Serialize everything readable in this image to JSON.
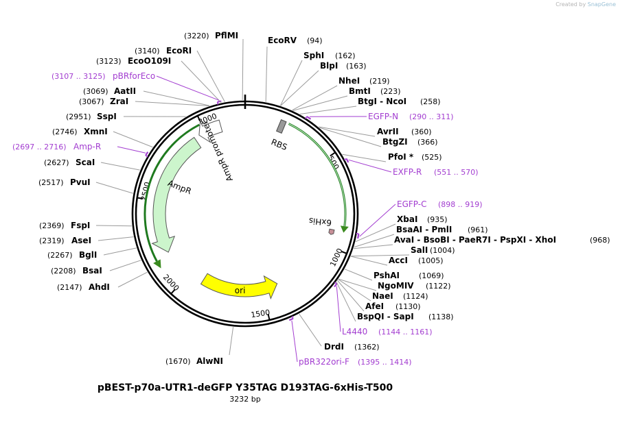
{
  "credit": {
    "prefix": "Created by",
    "brand": "SnapGene"
  },
  "title": "pBEST-p70a-UTR1-deGFP Y35TAG D193TAG-6xHis-T500",
  "size_label": "3232 bp",
  "length": 3232,
  "ticks": [
    {
      "pos": 500,
      "label": "500"
    },
    {
      "pos": 1000,
      "label": "1000"
    },
    {
      "pos": 1500,
      "label": "1500"
    },
    {
      "pos": 2000,
      "label": "2000"
    },
    {
      "pos": 2500,
      "label": "2500"
    },
    {
      "pos": 3000,
      "label": "3000"
    }
  ],
  "features": [
    {
      "name": "RBS",
      "label": "RBS",
      "start": 198,
      "end": 206,
      "color": "#888888"
    },
    {
      "name": "deGFP",
      "label": "",
      "start": 231,
      "end": 906,
      "color": "#ccf5cc"
    },
    {
      "name": "6xHis",
      "label": "6xHis",
      "start": 907,
      "end": 924,
      "color": "#c89098"
    },
    {
      "name": "ori",
      "label": "ori",
      "start": 1369,
      "end": 1957,
      "color": "#ffff00"
    },
    {
      "name": "AmpR",
      "label": "AmpR",
      "start": 2128,
      "end": 2988,
      "color": "#ccf5cc"
    },
    {
      "name": "AmpR promoter",
      "label": "AmpR promoter",
      "start": 2988,
      "end": 3093,
      "color": "#ffffff"
    }
  ],
  "enzymes": [
    {
      "pos": 94,
      "name": "EcoRV",
      "pos_label": "(94)"
    },
    {
      "pos": 162,
      "name": "SphI",
      "pos_label": "(162)"
    },
    {
      "pos": 163,
      "name": "BlpI",
      "pos_label": "(163)"
    },
    {
      "pos": 219,
      "name": "NheI",
      "pos_label": "(219)"
    },
    {
      "pos": 223,
      "name": "BmtI",
      "pos_label": "(223)"
    },
    {
      "pos": 258,
      "name": "BtgI - NcoI",
      "pos_label": "(258)"
    },
    {
      "pos": 360,
      "name": "AvrII",
      "pos_label": "(360)"
    },
    {
      "pos": 366,
      "name": "BtgZI",
      "pos_label": "(366)"
    },
    {
      "pos": 525,
      "name": "PfoI *",
      "pos_label": "(525)"
    },
    {
      "pos": 935,
      "name": "XbaI",
      "pos_label": "(935)"
    },
    {
      "pos": 961,
      "name": "BsaAI - PmlI",
      "pos_label": "(961)"
    },
    {
      "pos": 968,
      "name": "AvaI - BsoBI - PaeR7I - PspXI - XhoI",
      "pos_label": "(968)"
    },
    {
      "pos": 1004,
      "name": "SalI",
      "pos_label": "(1004)"
    },
    {
      "pos": 1005,
      "name": "AccI",
      "pos_label": "(1005)"
    },
    {
      "pos": 1069,
      "name": "PshAI",
      "pos_label": "(1069)"
    },
    {
      "pos": 1122,
      "name": "NgoMIV",
      "pos_label": "(1122)"
    },
    {
      "pos": 1124,
      "name": "NaeI",
      "pos_label": "(1124)"
    },
    {
      "pos": 1130,
      "name": "AfeI",
      "pos_label": "(1130)"
    },
    {
      "pos": 1138,
      "name": "BspQI - SapI",
      "pos_label": "(1138)"
    },
    {
      "pos": 1362,
      "name": "DrdI",
      "pos_label": "(1362)"
    },
    {
      "pos": 1670,
      "name": "AlwNI",
      "pos_label": "(1670)"
    },
    {
      "pos": 2147,
      "name": "AhdI",
      "pos_label": "(2147)"
    },
    {
      "pos": 2208,
      "name": "BsaI",
      "pos_label": "(2208)"
    },
    {
      "pos": 2267,
      "name": "BglI",
      "pos_label": "(2267)"
    },
    {
      "pos": 2319,
      "name": "AseI",
      "pos_label": "(2319)"
    },
    {
      "pos": 2369,
      "name": "FspI",
      "pos_label": "(2369)"
    },
    {
      "pos": 2517,
      "name": "PvuI",
      "pos_label": "(2517)"
    },
    {
      "pos": 2627,
      "name": "ScaI",
      "pos_label": "(2627)"
    },
    {
      "pos": 2746,
      "name": "XmnI",
      "pos_label": "(2746)"
    },
    {
      "pos": 2951,
      "name": "SspI",
      "pos_label": "(2951)"
    },
    {
      "pos": 3067,
      "name": "ZraI",
      "pos_label": "(3067)"
    },
    {
      "pos": 3069,
      "name": "AatII",
      "pos_label": "(3069)"
    },
    {
      "pos": 3123,
      "name": "EcoO109I",
      "pos_label": "(3123)"
    },
    {
      "pos": 3140,
      "name": "EcoRI",
      "pos_label": "(3140)"
    },
    {
      "pos": 3220,
      "name": "PflMI",
      "pos_label": "(3220)"
    }
  ],
  "primers": [
    {
      "start": 290,
      "end": 311,
      "name": "EGFP-N",
      "range_label": "(290 .. 311)"
    },
    {
      "start": 551,
      "end": 570,
      "name": "EXFP-R",
      "range_label": "(551 .. 570)"
    },
    {
      "start": 898,
      "end": 919,
      "name": "EGFP-C",
      "range_label": "(898 .. 919)"
    },
    {
      "start": 1144,
      "end": 1161,
      "name": "L4440",
      "range_label": "(1144 .. 1161)"
    },
    {
      "start": 1395,
      "end": 1414,
      "name": "pBR322ori-F",
      "range_label": "(1395 .. 1414)"
    },
    {
      "start": 2697,
      "end": 2716,
      "name": "Amp-R",
      "range_label": "(2697 .. 2716)"
    },
    {
      "start": 3107,
      "end": 3125,
      "name": "pBRforEco",
      "range_label": "(3107 .. 3125)"
    }
  ]
}
